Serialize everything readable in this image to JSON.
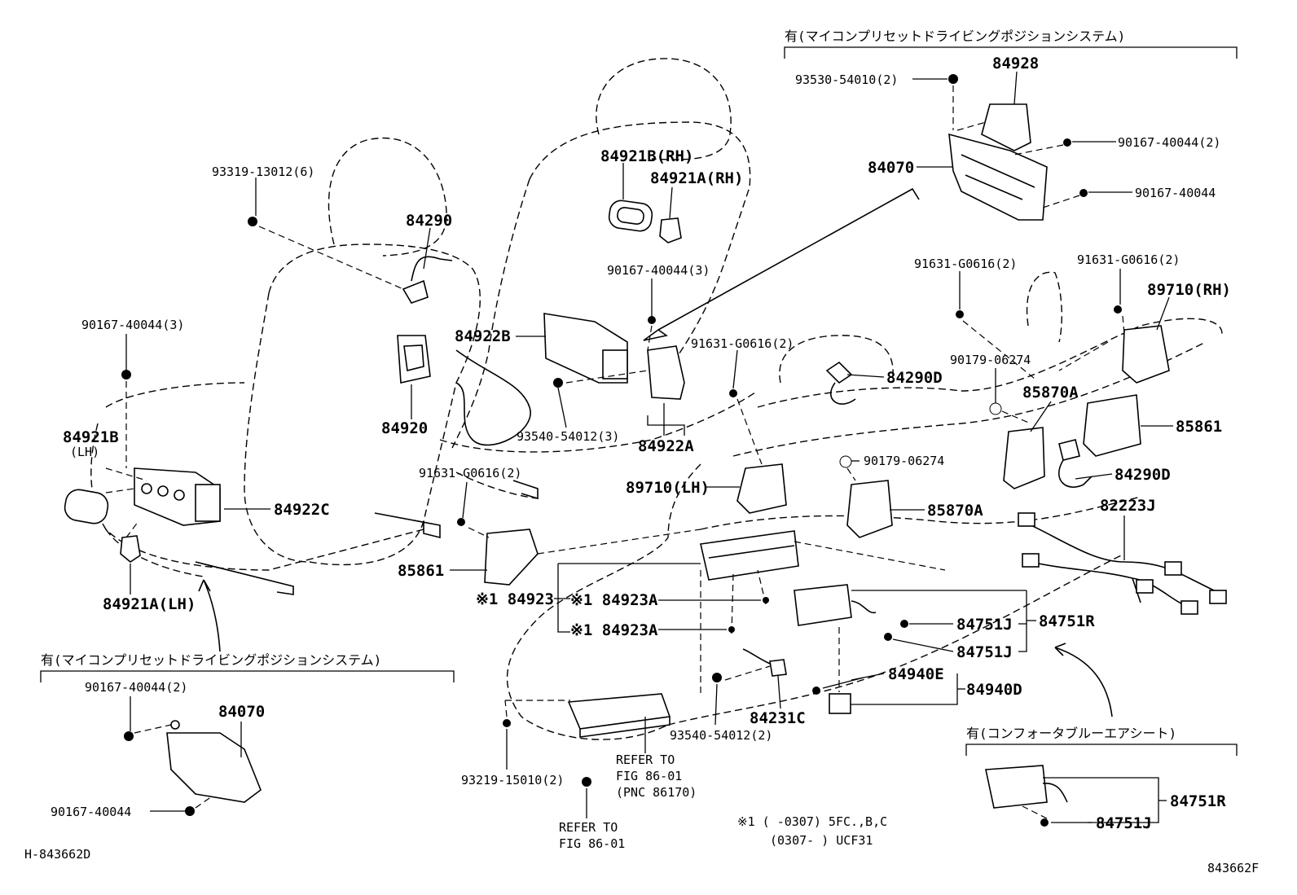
{
  "headers": {
    "top_right": "有(マイコンプリセットドライビングポジションシステム)",
    "bottom_left": "有(マイコンプリセットドライビングポジションシステム)",
    "bottom_right": "有(コンフォータブルーエアシート)"
  },
  "parts": {
    "p93530_54010": "93530-54010(2)",
    "p84928": "84928",
    "p90167_40044_2_tr": "90167-40044(2)",
    "p84070_tr": "84070",
    "p90167_40044_tr": "90167-40044",
    "p93319_13012": "93319-13012(6)",
    "p84290": "84290",
    "p84921B_RH": "84921B(RH)",
    "p84921A_RH": "84921A(RH)",
    "p90167_40044_3_mid": "90167-40044(3)",
    "p91631_G0616_2_a": "91631-G0616(2)",
    "p91631_G0616_2_b": "91631-G0616(2)",
    "p89710_RH": "89710(RH)",
    "p90167_40044_3_left": "90167-40044(3)",
    "p84922B": "84922B",
    "p91631_G0616_2_c": "91631-G0616(2)",
    "p90179_06274_a": "90179-06274",
    "p84290D_a": "84290D",
    "p85870A_a": "85870A",
    "p84920": "84920",
    "p93540_54012_3": "93540-54012(3)",
    "p84922A": "84922A",
    "p85861_r": "85861",
    "p84921B_LH": "84921B",
    "p84921B_LH_side": "(LH)",
    "p91631_G0616_2_d": "91631-G0616(2)",
    "p90179_06274_b": "90179-06274",
    "p84290D_b": "84290D",
    "p89710_LH": "89710(LH)",
    "p84922C": "84922C",
    "p85870A_b": "85870A",
    "p82223J": "82223J",
    "p85861_l": "85861",
    "p84921A_LH": "84921A(LH)",
    "p84923": "※1 84923",
    "p84923A_1": "※1 84923A",
    "p84923A_2": "※1 84923A",
    "p84751J_1": "84751J",
    "p84751R_1": "84751R",
    "p84751J_2": "84751J",
    "p84940E": "84940E",
    "p84940D": "84940D",
    "p90167_40044_2_bl": "90167-40044(2)",
    "p84070_bl": "84070",
    "p90167_40044_bl": "90167-40044",
    "p84231C": "84231C",
    "p93540_54012_2": "93540-54012(2)",
    "p93219_15010": "93219-15010(2)",
    "p84751R_2": "84751R",
    "p84751J_3": "84751J"
  },
  "refs": {
    "ref1_l1": "REFER TO",
    "ref1_l2": "FIG 86-01",
    "ref1_l3": "(PNC 86170)",
    "ref2_l1": "REFER TO",
    "ref2_l2": "FIG 86-01"
  },
  "notes": {
    "line1": "※1 (    -0307) 5FC.,B,C",
    "line2": "(0307-    ) UCF31"
  },
  "ids": {
    "left": "H-843662D",
    "right": "843662F"
  }
}
